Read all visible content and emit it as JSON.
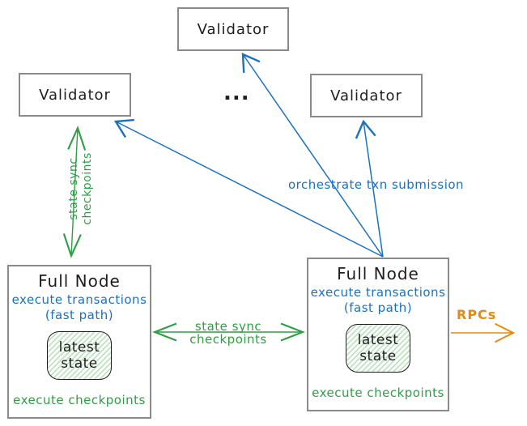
{
  "diagram": {
    "validators": {
      "top": {
        "label": "Validator"
      },
      "left": {
        "label": "Validator"
      },
      "right": {
        "label": "Validator"
      },
      "ellipsis": "..."
    },
    "full_node_left": {
      "title": "Full Node",
      "exec_line1": "execute transactions",
      "exec_line2": "(fast path)",
      "state_line1": "latest",
      "state_line2": "state",
      "footer": "execute checkpoints"
    },
    "full_node_right": {
      "title": "Full Node",
      "exec_line1": "execute transactions",
      "exec_line2": "(fast path)",
      "state_line1": "latest",
      "state_line2": "state",
      "footer": "execute checkpoints"
    },
    "edges": {
      "state_sync_vertical": {
        "line1": "state sync",
        "line2": "checkpoints"
      },
      "state_sync_horizontal": {
        "line1": "state sync",
        "line2": "checkpoints"
      },
      "orchestrate_label": "orchestrate txn submission",
      "rpcs_label": "RPCs"
    },
    "colors": {
      "blue": "#1971c2",
      "green": "#2f9e44",
      "orange": "#e8890c",
      "ink": "#1e1e1e",
      "box_border": "#8a8a8a",
      "state_hatch": "#bfe3c1"
    }
  }
}
